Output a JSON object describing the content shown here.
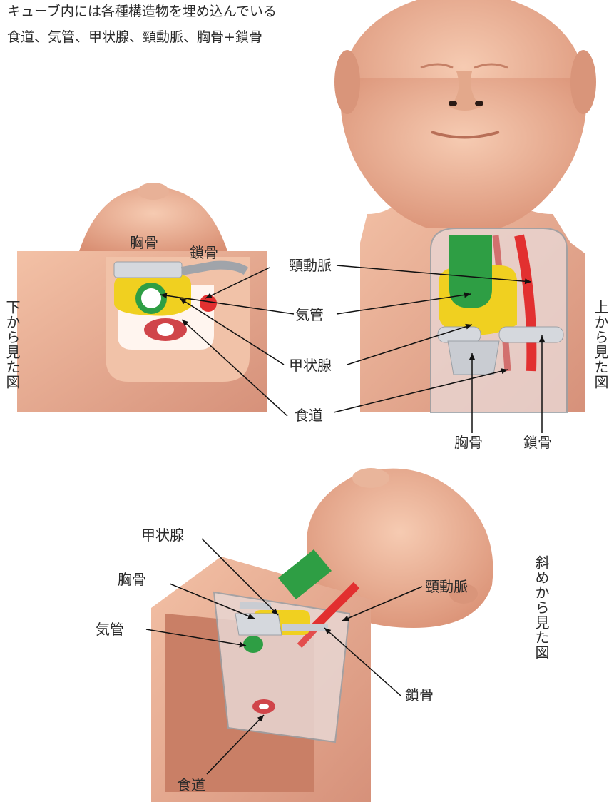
{
  "description": {
    "line1": "キューブ内には各種構造物を埋め込んでいる",
    "line2": "食道、気管、甲状腺、頸動脈、胸骨+鎖骨"
  },
  "views": {
    "bottom": "下から見た図",
    "top": "上から見た図",
    "oblique": "斜めから見た図"
  },
  "labels": {
    "carotid": "頸動脈",
    "trachea": "気管",
    "thyroid": "甲状腺",
    "esophagus": "食道",
    "sternum": "胸骨",
    "clavicle": "鎖骨"
  },
  "colors": {
    "skin": "#e8a98a",
    "trachea": "#2e9e44",
    "thyroid": "#f0d020",
    "carotid": "#e23030",
    "esophagus": "#d0454a",
    "bone": "#c9ccd2"
  }
}
